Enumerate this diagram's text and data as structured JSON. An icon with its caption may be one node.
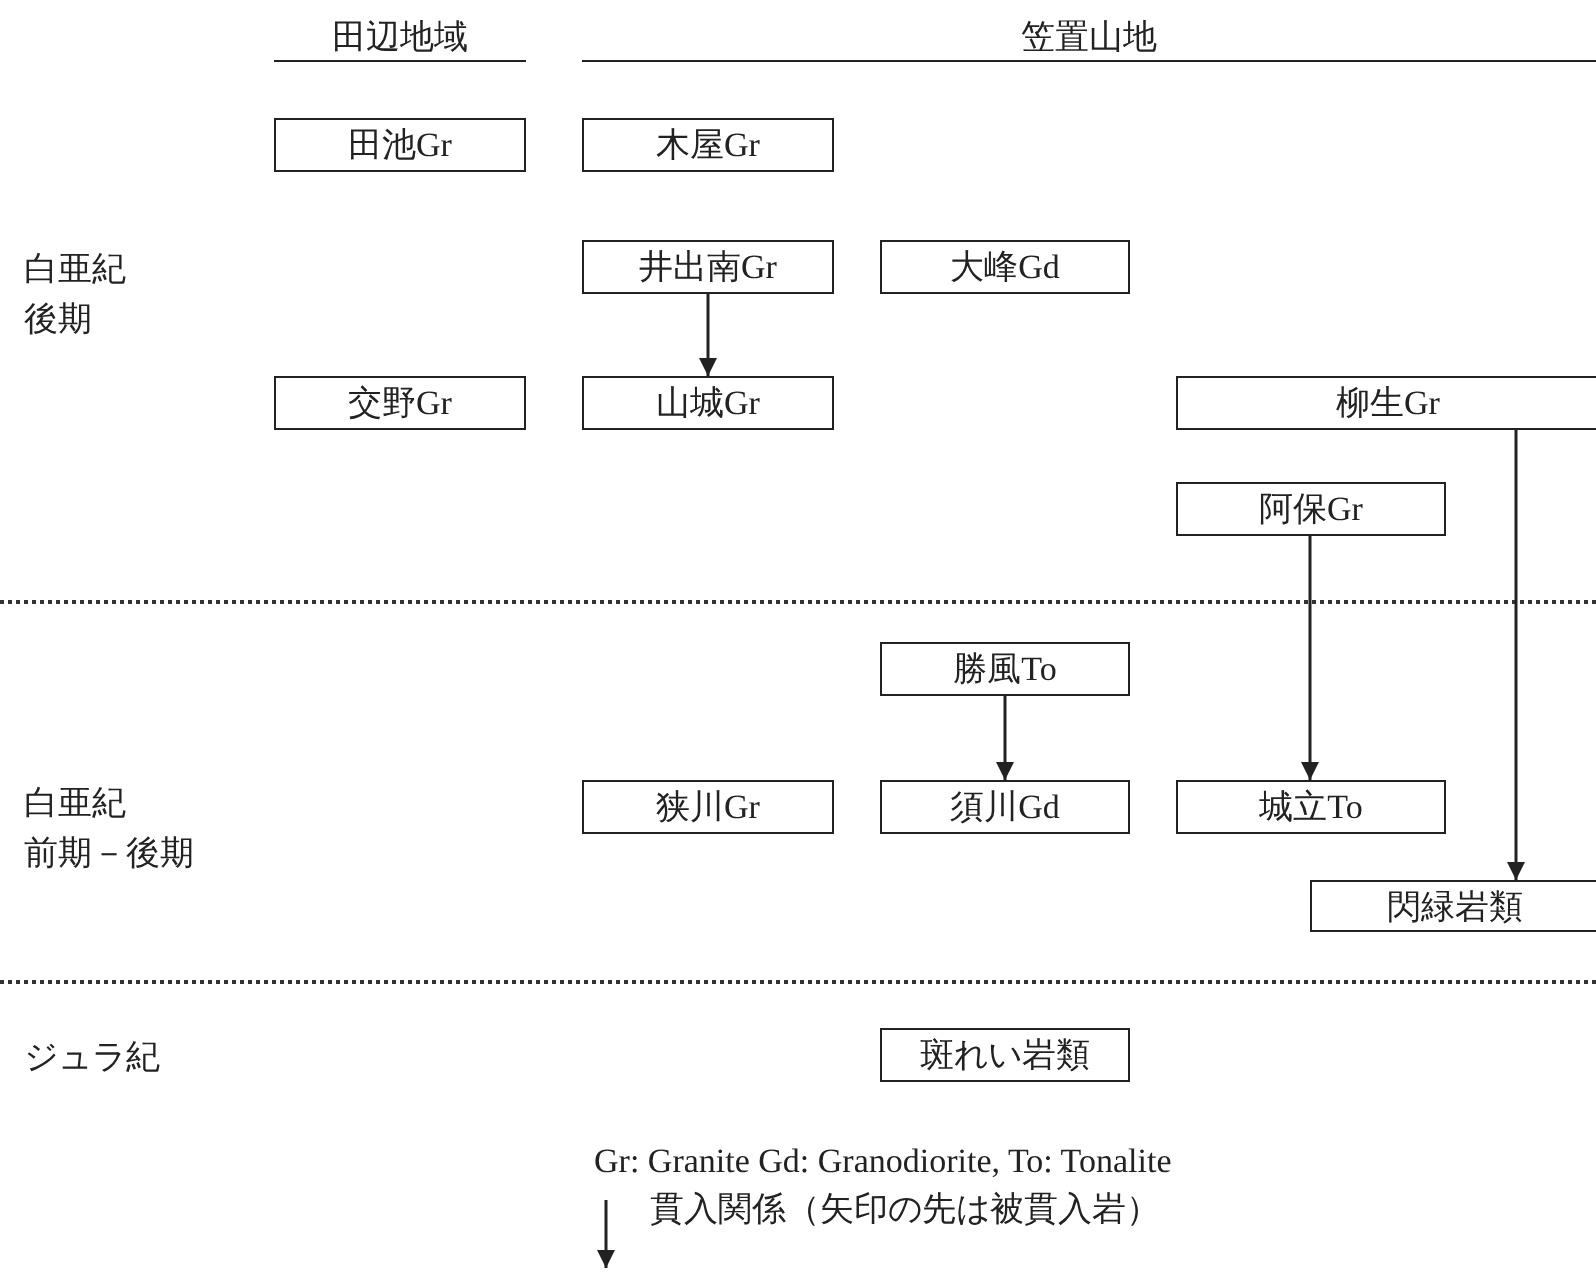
{
  "diagram": {
    "nodes": [
      {
        "text": [
          "田池Gr"
        ]
      },
      {
        "text": [
          "木屋Gr"
        ]
      },
      {
        "text": [
          "井出南Gr"
        ]
      },
      {
        "text": [
          "大峰Gd"
        ]
      },
      {
        "text": [
          "交野Gr"
        ]
      },
      {
        "text": [
          "山城Gr"
        ]
      },
      {
        "text": [
          "柳生Gr"
        ]
      },
      {
        "text": [
          "阿保Gr"
        ]
      },
      {
        "text": [
          "勝風To"
        ]
      },
      {
        "text": [
          "狭川Gr"
        ]
      },
      {
        "text": [
          "須川Gd"
        ]
      },
      {
        "text": [
          "城立To"
        ]
      },
      {
        "text": [
          "閃緑岩類"
        ]
      },
      {
        "text": [
          "斑れい岩類"
        ]
      }
    ],
    "edges": [
      {
        "from": 2,
        "to": 5,
        "arrow": "to"
      },
      {
        "from": 6,
        "to": 12,
        "arrow": "to"
      },
      {
        "from": 7,
        "to": 11,
        "arrow": "to"
      },
      {
        "from": 8,
        "to": 10,
        "arrow": "to"
      }
    ],
    "labels": [
      "田辺地域",
      "笠置山地",
      "白亜紀後期",
      "白亜紀前期－後期",
      "ジュラ紀",
      "Gr: Granite Gd: Granodiorite, To: Tonalite"
    ],
    "legend": [
      {
        "text": "貫入関係（矢印の先は被貫入岩）"
      }
    ]
  }
}
